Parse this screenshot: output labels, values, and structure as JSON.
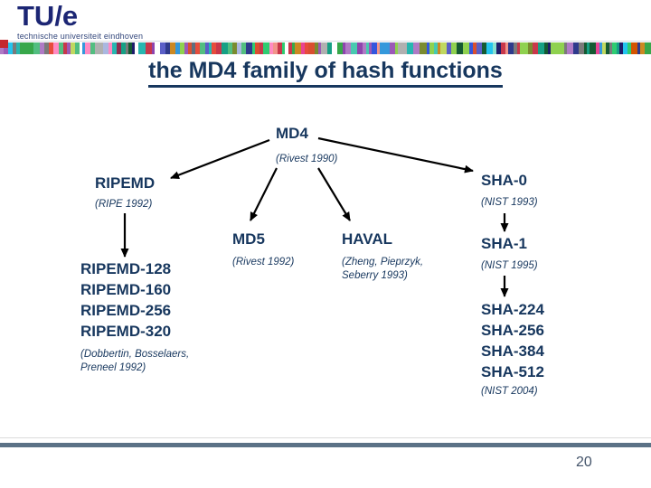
{
  "slide": {
    "logo": {
      "text": "TU/e",
      "subtitle": "technische universiteit eindhoven"
    },
    "title": "the MD4 family of hash functions",
    "page_number": "20",
    "colors": {
      "heading_navy": "#17375e",
      "logo_blue": "#1c2674",
      "slate_bar": "#5b7286",
      "red_accent": "#c4272e",
      "arrow_black": "#000000"
    },
    "stripe_palette": [
      "#c8374b",
      "#7a8b2f",
      "#2e3a8c",
      "#8fd14f",
      "#27b6b0",
      "#e84393",
      "#5a5fc7",
      "#1d1d6b",
      "#b0b0b0",
      "#37a74a",
      "#d94f30",
      "#9b59b6",
      "#23c4ee",
      "#ff8ac2",
      "#145a32",
      "#c0d860",
      "#3355dd",
      "#88e0d0",
      "#7a7a7a",
      "#cc8822",
      "#e74c3c",
      "#16a085",
      "#8e44ad",
      "#2ecc71",
      "#3498db",
      "#d35400",
      "#aab7e0",
      "#5d6d7e",
      "#48c9b0",
      "#af7ac5",
      "#f1948a",
      "#ffffff",
      "#52be80",
      "#902b4e"
    ],
    "diagram": {
      "nodes": {
        "md4": {
          "label": "MD4",
          "caption": "(Rivest 1990)"
        },
        "ripemd": {
          "label": "RIPEMD",
          "caption": "(RIPE 1992)"
        },
        "md5": {
          "label": "MD5",
          "caption": "(Rivest 1992)"
        },
        "haval": {
          "label": "HAVAL",
          "caption_line1": "(Zheng, Pieprzyk,",
          "caption_line2": "Seberry 1993)"
        },
        "sha0": {
          "label": "SHA-0",
          "caption": "(NIST 1993)"
        },
        "sha1": {
          "label": "SHA-1",
          "caption": "(NIST 1995)"
        }
      },
      "ripemd_family": {
        "lines": [
          "RIPEMD-128",
          "RIPEMD-160",
          "RIPEMD-256",
          "RIPEMD-320"
        ],
        "caption_line1": "(Dobbertin, Bosselaers,",
        "caption_line2": "Preneel 1992)"
      },
      "sha2_family": {
        "lines": [
          "SHA-224",
          "SHA-256",
          "SHA-384",
          "SHA-512"
        ],
        "caption": "(NIST 2004)"
      },
      "edges": [
        {
          "from": "MD4",
          "to": "RIPEMD"
        },
        {
          "from": "MD4",
          "to": "MD5"
        },
        {
          "from": "MD4",
          "to": "HAVAL"
        },
        {
          "from": "MD4",
          "to": "SHA-0"
        },
        {
          "from": "RIPEMD",
          "to": "RIPEMD-128/160/256/320"
        },
        {
          "from": "SHA-0",
          "to": "SHA-1"
        },
        {
          "from": "SHA-1",
          "to": "SHA-224/256/384/512"
        }
      ]
    }
  }
}
